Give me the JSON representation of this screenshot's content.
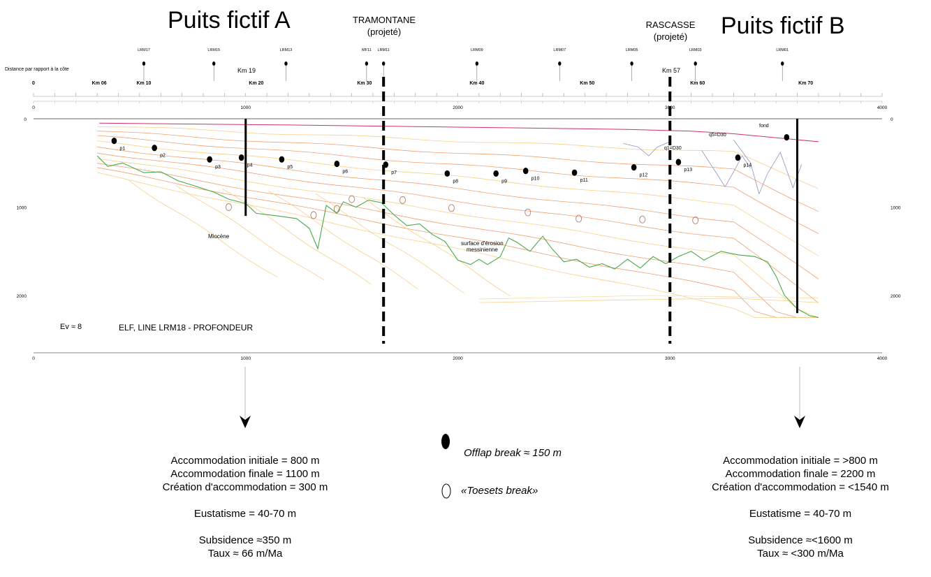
{
  "titles": {
    "well_a": "Puits fictif A",
    "well_b": "Puits fictif B",
    "tramontane": "TRAMONTANE",
    "tramontane_sub": "(projeté)",
    "rascasse": "RASCASSE",
    "rascasse_sub": "(projeté)"
  },
  "header": {
    "distance_label": "Distance par rapport à la côte",
    "km_19": "Km 19",
    "km_57": "Km 57"
  },
  "wells": [
    {
      "label": "LRM17",
      "pos": 520
    },
    {
      "label": "LRM15",
      "pos": 850
    },
    {
      "label": "LRM13",
      "pos": 1190
    },
    {
      "label": "MF11",
      "pos": 1570
    },
    {
      "label": "LRM11",
      "pos": 1650
    },
    {
      "label": "LRM09",
      "pos": 2090
    },
    {
      "label": "LRM07",
      "pos": 2480
    },
    {
      "label": "LRM05",
      "pos": 2820
    },
    {
      "label": "LRM03",
      "pos": 3120
    },
    {
      "label": "LRM01",
      "pos": 3530
    }
  ],
  "km_marks": [
    {
      "label": "0",
      "pos": 0
    },
    {
      "label": "Km 06",
      "pos": 310
    },
    {
      "label": "Km 10",
      "pos": 520
    },
    {
      "label": "Km 20",
      "pos": 1050
    },
    {
      "label": "Km 30",
      "pos": 1560
    },
    {
      "label": "Km 40",
      "pos": 2090
    },
    {
      "label": "Km 50",
      "pos": 2610
    },
    {
      "label": "Km 60",
      "pos": 3130
    },
    {
      "label": "Km 70",
      "pos": 3640
    }
  ],
  "axis": {
    "x_ticks": [
      "0",
      "1000",
      "2000",
      "3000",
      "4000"
    ],
    "y_ticks": [
      "0",
      "1000",
      "2000"
    ]
  },
  "section": {
    "ev": "Ev ≈ 8",
    "line_label": "ELF, LINE LRM18 - PROFONDEUR",
    "miocene": "Miocène",
    "erosion_1": "surface d'érosion",
    "erosion_2": "messinienne",
    "fond": "fond",
    "q5": "q5=D30",
    "q1": "q1=D30"
  },
  "offlap_points": [
    {
      "label": "p1",
      "x": 380,
      "y": 250
    },
    {
      "label": "p2",
      "x": 570,
      "y": 330
    },
    {
      "label": "p3",
      "x": 830,
      "y": 460
    },
    {
      "label": "p4",
      "x": 980,
      "y": 440
    },
    {
      "label": "p5",
      "x": 1170,
      "y": 460
    },
    {
      "label": "p6",
      "x": 1430,
      "y": 510
    },
    {
      "label": "p7",
      "x": 1660,
      "y": 520
    },
    {
      "label": "p8",
      "x": 1950,
      "y": 620
    },
    {
      "label": "p9",
      "x": 2180,
      "y": 620
    },
    {
      "label": "p10",
      "x": 2320,
      "y": 590
    },
    {
      "label": "p11",
      "x": 2550,
      "y": 610
    },
    {
      "label": "p12",
      "x": 2830,
      "y": 550
    },
    {
      "label": "p13",
      "x": 3040,
      "y": 490
    },
    {
      "label": "p14",
      "x": 3320,
      "y": 440
    },
    {
      "label": "",
      "x": 3550,
      "y": 210
    }
  ],
  "toeset_points": [
    {
      "x": 920,
      "y": 1000
    },
    {
      "x": 1320,
      "y": 1090
    },
    {
      "x": 1430,
      "y": 1020
    },
    {
      "x": 1500,
      "y": 910
    },
    {
      "x": 1740,
      "y": 920
    },
    {
      "x": 1970,
      "y": 1010
    },
    {
      "x": 2330,
      "y": 1060
    },
    {
      "x": 2570,
      "y": 1130
    },
    {
      "x": 2870,
      "y": 1140
    },
    {
      "x": 3120,
      "y": 1150
    }
  ],
  "well_a_info": [
    "Accommodation initiale = 800 m",
    "Accommodation finale = 1100 m",
    "Création d'accommodation = 300 m",
    "",
    "Eustatisme = 40-70 m",
    "",
    "Subsidence ≈350 m",
    "Taux ≈ 66 m/Ma"
  ],
  "well_b_info": [
    "Accommodation initiale = >800 m",
    "Accommodation finale = 2200 m",
    "Création d'accommodation = <1540 m",
    "",
    "Eustatisme = 40-70 m",
    "",
    "Subsidence ≈<1600 m",
    "Taux ≈ <300 m/Ma"
  ],
  "legend": {
    "offlap": "Offlap break ≈ 150 m",
    "toesets": "«Toesets break»"
  },
  "colors": {
    "horizon_warm": "#f0a070",
    "horizon_light": "#f7d08a",
    "messinian_surface": "#4aa84a",
    "seafloor": "#d0306a",
    "canyon": "#9090c0"
  }
}
